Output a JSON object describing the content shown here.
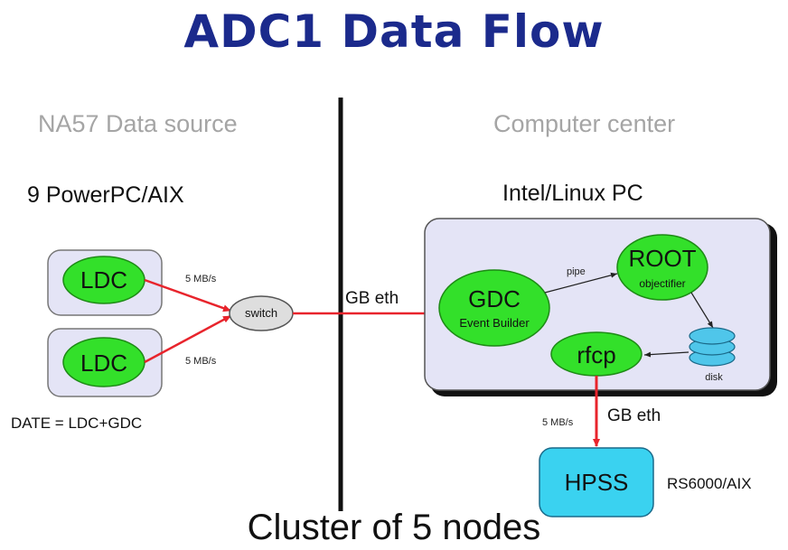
{
  "title": "ADC1 Data Flow",
  "footer": "Cluster of 5 nodes",
  "left": {
    "heading": "NA57 Data source",
    "platform": "9 PowerPC/AIX",
    "ldc_top": "LDC",
    "ldc_bottom": "LDC",
    "rate_top": "5 MB/s",
    "rate_bottom": "5 MB/s",
    "switch": "switch",
    "note": "DATE = LDC+GDC"
  },
  "right": {
    "heading": "Computer center",
    "platform": "Intel/Linux PC",
    "link": "GB eth",
    "gdc": "GDC",
    "gdc_sub": "Event Builder",
    "root": "ROOT",
    "root_sub": "objectifier",
    "pipe": "pipe",
    "disk": "disk",
    "rfcp": "rfcp",
    "link_down": "GB eth",
    "rate_down": "5 MB/s",
    "hpss": "HPSS",
    "hpss_platform": "RS6000/AIX"
  },
  "colors": {
    "title": "#1b2a8c",
    "node_fill": "#33e02a",
    "box_fill": "#e4e4f6",
    "hpss_fill": "#3ad2f0",
    "arrow": "#e8242c",
    "disk_fill": "#4fc6ea"
  }
}
